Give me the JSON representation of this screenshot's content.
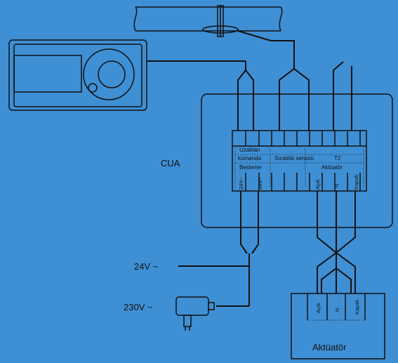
{
  "controller": {
    "name": "CUA"
  },
  "terminal_labels": {
    "remote_control_line1": "Uzaktan",
    "remote_control_line2": "kumanda",
    "temp_sensor": "Sıcaklık sensöü",
    "t2": "T2",
    "power_supply": "Besleme",
    "actuator_group": "Aktüatör",
    "pin_24v_1": "24V~",
    "pin_24v_2": "24V~",
    "pin_open": "Açık",
    "pin_n": "N",
    "pin_closed": "Kapalı"
  },
  "supply": {
    "v24": "24V ~",
    "v230": "230V ~"
  },
  "actuator": {
    "name": "Aktüatör",
    "pin_open": "Açık",
    "pin_n": "N",
    "pin_closed": "Kapalı"
  },
  "colors": {
    "background": "#3f8fd4",
    "line": "#111111"
  }
}
